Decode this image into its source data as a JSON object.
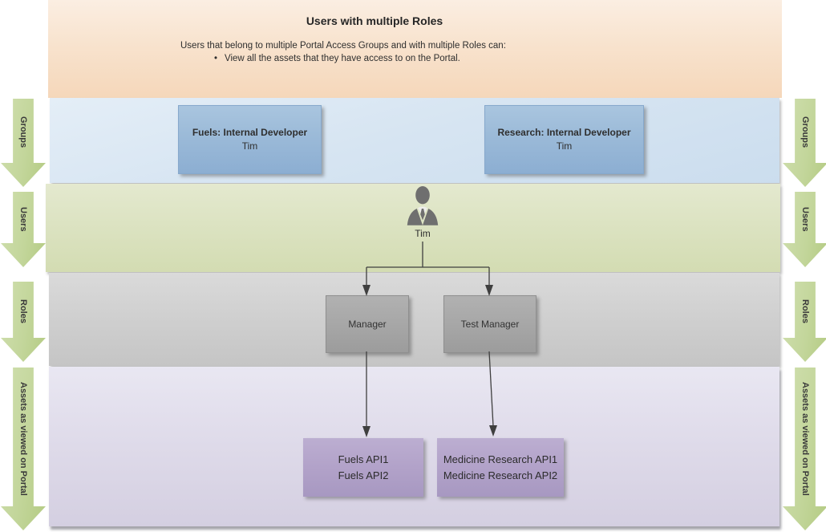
{
  "header": {
    "title": "Users with multiple Roles",
    "intro": "Users that belong to multiple Portal Access Groups and with multiple Roles can:",
    "bullet_glyph": "•",
    "bullet": "View all the assets that they have access to on the Portal."
  },
  "lanes": [
    {
      "id": "groups",
      "label": "Groups"
    },
    {
      "id": "users",
      "label": "Users"
    },
    {
      "id": "roles",
      "label": "Roles"
    },
    {
      "id": "assets",
      "label": "Assets as viewed on Portal"
    }
  ],
  "groups_lane": {
    "boxes": [
      {
        "title": "Fuels: Internal Developer",
        "member": "Tim"
      },
      {
        "title": "Research: Internal Developer",
        "member": "Tim"
      }
    ]
  },
  "users_lane": {
    "user_name": "Tim",
    "user_icon": "person-icon"
  },
  "roles_lane": {
    "boxes": [
      {
        "label": "Manager"
      },
      {
        "label": "Test Manager"
      }
    ]
  },
  "assets_lane": {
    "boxes": [
      {
        "lines": [
          "Fuels API1",
          "Fuels API2"
        ]
      },
      {
        "lines": [
          "Medicine Research API1",
          "Medicine Research API2"
        ]
      }
    ]
  },
  "colors": {
    "header_band": "#F5D7BA",
    "groups_band": "#CBDDEE",
    "users_band": "#D3DCB2",
    "roles_band": "#C5C5C5",
    "assets_band": "#D4CFE1",
    "group_box": "#8CAED2",
    "role_box": "#A6A6A6",
    "asset_box": "#AA99C3",
    "lane_arrow": "#C3D69B",
    "connector": "#3F3F3F",
    "person_icon": "#6F6F6F"
  }
}
